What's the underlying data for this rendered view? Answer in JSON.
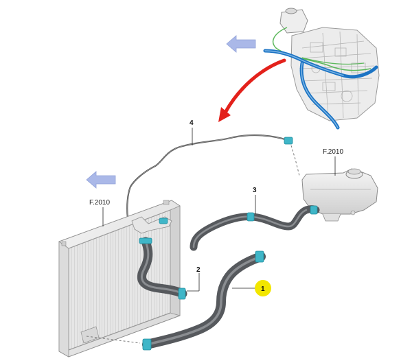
{
  "diagram": {
    "callouts": [
      {
        "id": "1",
        "text": "1",
        "highlight_color": "#f2e600"
      },
      {
        "id": "2",
        "text": "2"
      },
      {
        "id": "3",
        "text": "3"
      },
      {
        "id": "4",
        "text": "4"
      }
    ],
    "reference_labels": [
      {
        "id": "radiator",
        "text": "F.2010"
      },
      {
        "id": "expansion-tank",
        "text": "F.2010"
      }
    ],
    "colors": {
      "hose": "#56595d",
      "hose_highlight": "#8a8d91",
      "clamp": "#3fb6c8",
      "engine_hose": "#1c74c4",
      "engine_line": "#5cb85c",
      "pointer_arrow": "#e3211b",
      "view_arrow": "#aab8e8",
      "part_outline": "#9a9a9a"
    },
    "icons": {
      "pointer": "curved-red-arrow",
      "view_direction": "view-direction-arrow"
    }
  }
}
